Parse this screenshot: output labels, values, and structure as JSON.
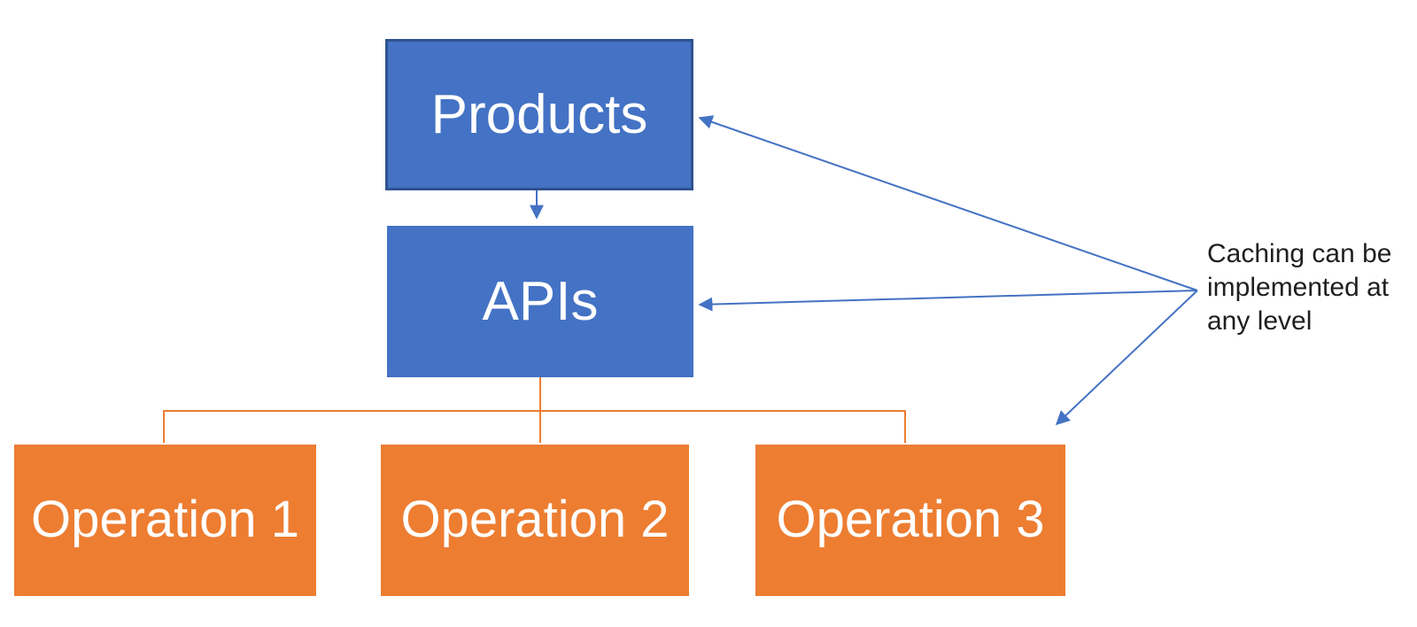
{
  "diagram": {
    "nodes": {
      "products": {
        "label": "Products"
      },
      "apis": {
        "label": "APIs"
      },
      "operation1": {
        "label": "Operation 1"
      },
      "operation2": {
        "label": "Operation 2"
      },
      "operation3": {
        "label": "Operation 3"
      }
    },
    "annotation": {
      "text": "Caching can be\nimplemented at\nany level"
    },
    "connections": {
      "products_to_apis": "arrow-down",
      "apis_to_operations": "tree-connector",
      "caching_to_products": "arrow",
      "caching_to_apis": "arrow",
      "caching_to_operation3": "arrow"
    },
    "colors": {
      "node_blue": "#4472C4",
      "node_blue_border": "#2F528F",
      "node_orange": "#ED7D31",
      "connector_orange": "#ED7D31",
      "arrow_blue": "#4472C4",
      "annotation_text": "#1f1f1f",
      "background": "#ffffff"
    }
  }
}
